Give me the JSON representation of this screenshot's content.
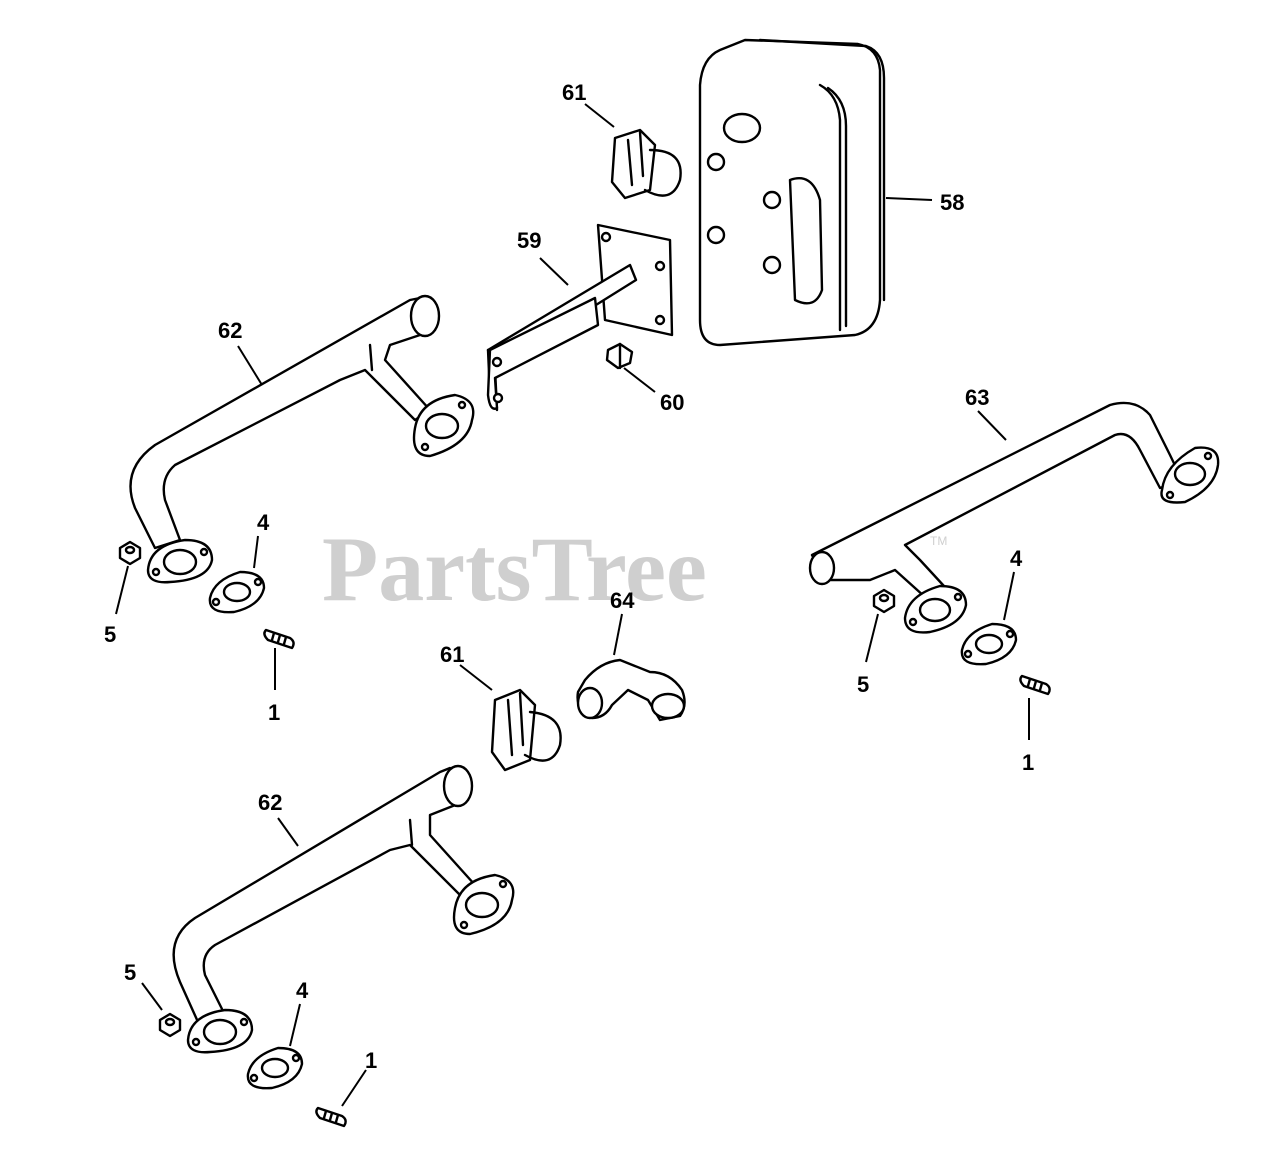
{
  "watermark": {
    "text": "PartsTree",
    "trademark": "TM"
  },
  "callouts": {
    "c58": "58",
    "c59": "59",
    "c60": "60",
    "c61_top": "61",
    "c61_mid": "61",
    "c62_top": "62",
    "c62_bottom": "62",
    "c63": "63",
    "c64": "64",
    "c4_left": "4",
    "c4_right": "4",
    "c4_bottom": "4",
    "c5_left": "5",
    "c5_right": "5",
    "c5_bottom": "5",
    "c1_left": "1",
    "c1_right": "1",
    "c1_bottom": "1"
  }
}
